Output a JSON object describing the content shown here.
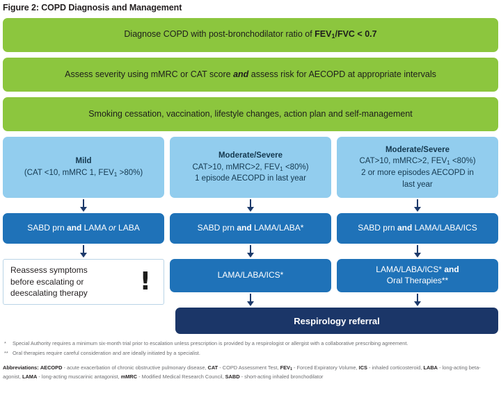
{
  "figure": {
    "title": "Figure 2: COPD Diagnosis and Management"
  },
  "colors": {
    "green": "#8cc63e",
    "light_blue": "#92cdee",
    "medium_blue": "#1f72b8",
    "dark_navy": "#1b3668",
    "arrow": "#1d3a6b",
    "text_dark": "#231f20",
    "footnote_gray": "#6d6e71"
  },
  "steps": [
    {
      "id": "diagnose",
      "text_plain": "Diagnose COPD with post-bronchodilator ratio of FEV1/FVC < 0.7",
      "lead": "Diagnose COPD with post-bronchodilator ratio of ",
      "bold_start": "FEV",
      "bold_sub": "1",
      "bold_end": "/FVC < 0.7"
    },
    {
      "id": "assess",
      "text_plain": "Assess severity using mMRC or CAT score and assess risk for AECOPD at appropriate intervals",
      "part1": "Assess severity using mMRC or CAT score ",
      "emphasis": "and",
      "part2": " assess risk for AECOPD at appropriate intervals"
    },
    {
      "id": "lifestyle",
      "text_plain": "Smoking cessation, vaccination, lifestyle changes, action plan and self-management"
    }
  ],
  "columns": [
    {
      "id": "mild",
      "severity": {
        "title": "Mild",
        "line2_pre": "(CAT <10, mMRC 1, FEV",
        "line2_sub": "1",
        "line2_post": " >80%)",
        "line3": "",
        "line4": ""
      },
      "treatment1": {
        "pre": "SABD prn ",
        "bold": "and",
        "mid": " LAMA ",
        "italic": "or",
        "post": " LABA",
        "text_plain": "SABD prn and LAMA or LABA"
      },
      "reassess": {
        "line1": "Reassess symptoms",
        "line2": "before escalating or",
        "line3": "deescalating therapy",
        "icon": "!"
      }
    },
    {
      "id": "moderate-severe-1",
      "severity": {
        "title": "Moderate/Severe",
        "line2_pre": "CAT>10, mMRC>2, FEV",
        "line2_sub": "1",
        "line2_post": " <80%)",
        "line3": "1 episode AECOPD in last year",
        "line4": ""
      },
      "treatment1": {
        "pre": "SABD prn ",
        "bold": "and",
        "mid": " LAMA/LABA*",
        "italic": "",
        "post": "",
        "text_plain": "SABD prn and LAMA/LABA*"
      },
      "treatment2": {
        "line1": "LAMA/LABA/ICS*",
        "line2": ""
      }
    },
    {
      "id": "moderate-severe-2",
      "severity": {
        "title": "Moderate/Severe",
        "line2_pre": "CAT>10, mMRC>2, FEV",
        "line2_sub": "1",
        "line2_post": " <80%)",
        "line3": "2 or more episodes AECOPD in",
        "line4": "last year"
      },
      "treatment1": {
        "pre": "SABD prn ",
        "bold": "and",
        "mid": " LAMA/LABA/ICS",
        "italic": "",
        "post": "",
        "text_plain": "SABD prn and LAMA/LABA/ICS"
      },
      "treatment2": {
        "line1_pre": "LAMA/LABA/ICS* ",
        "line1_bold": "and",
        "line2": "Oral Therapies**"
      }
    }
  ],
  "referral": {
    "label": "Respirology referral"
  },
  "footnotes": [
    {
      "marker": "*",
      "text": "Special Authority requires a minimum six-month trial prior to escalation unless prescription is provided by a respirologist or allergist with a collaborative prescribing agreement."
    },
    {
      "marker": "**",
      "text": "Oral therapies require careful consideration and are ideally initiated by a specialist."
    }
  ],
  "abbreviations": {
    "heading": "Abbreviations:",
    "entries": [
      {
        "term": "AECOPD",
        "definition": " - acute exacerbation of chronic obstructive pulmonary disease, "
      },
      {
        "term": "CAT",
        "definition": " - COPD Assessment Test, "
      },
      {
        "term": "FEV1",
        "definition": " - Forced Expiratory Volume, "
      },
      {
        "term": "ICS",
        "definition": " - inhaled corticosteroid, "
      },
      {
        "term": "LABA",
        "definition": " - long-acting beta-agonist, "
      },
      {
        "term": "LAMA",
        "definition": " - long-acting muscarinic antagonist, "
      },
      {
        "term": "mMRC",
        "definition": " - Modified Medical Research Council, "
      },
      {
        "term": "SABD",
        "definition": " - short-acting inhaled bronchodilator"
      }
    ]
  }
}
